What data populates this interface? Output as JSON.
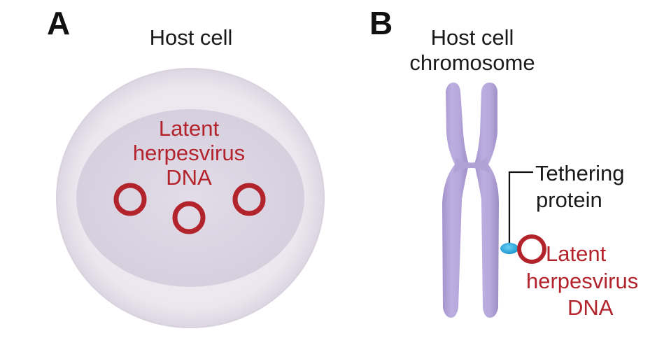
{
  "panels": {
    "a": {
      "letter": "A",
      "title": "Host cell",
      "dna_label": [
        "Latent",
        "herpesvirus",
        "DNA"
      ]
    },
    "b": {
      "letter": "B",
      "title": [
        "Host cell",
        "chromosome"
      ],
      "tether_label": [
        "Tethering",
        "protein"
      ],
      "dna_label": [
        "Latent",
        "herpesvirus",
        "DNA"
      ]
    }
  },
  "colors": {
    "dna_red": "#b3232b",
    "cell_outer": "#ebe7ef",
    "cell_inner": "#ddd7e4",
    "chromosome": "#b5a6d8",
    "tether_blue": "#27a9e0"
  }
}
